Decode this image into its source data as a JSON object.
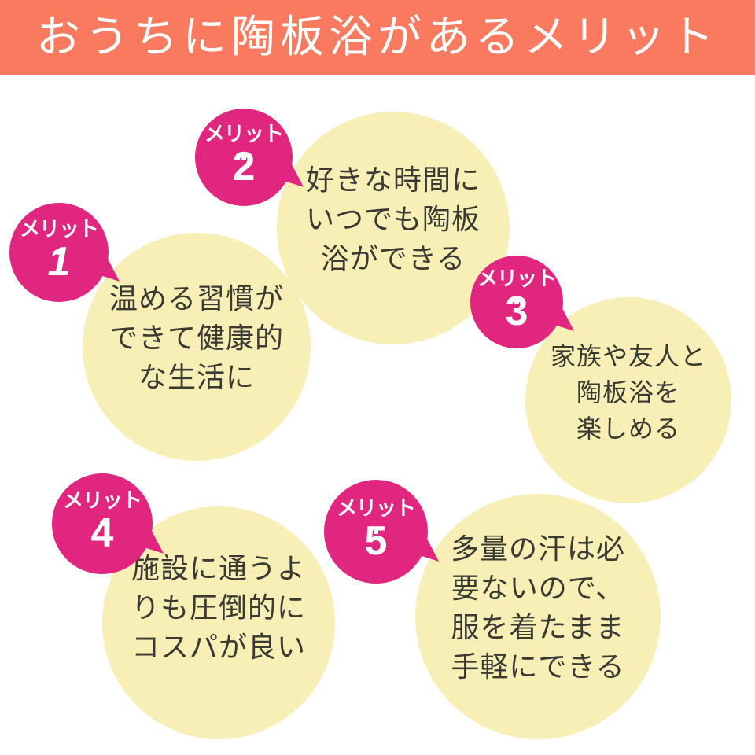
{
  "header": {
    "title": "おうちに陶板浴があるメリット",
    "background": "#F97A5E"
  },
  "colors": {
    "badge": "#E0267F",
    "circle": "#F7EFB5",
    "text": "#3a3a32"
  },
  "merits": [
    {
      "badge_label": "メリット",
      "badge_number": "1",
      "text": "温める習慣が\nできて健康的\nな生活に"
    },
    {
      "badge_label": "メリット",
      "badge_number": "2",
      "text": "好きな時間に\nいつでも陶板\n浴ができる"
    },
    {
      "badge_label": "メリット",
      "badge_number": "3",
      "text": "家族や友人と\n陶板浴を\n楽しめる"
    },
    {
      "badge_label": "メリット",
      "badge_number": "4",
      "text": "施設に通うよ\nりも圧倒的に\nコスパが良い"
    },
    {
      "badge_label": "メリット",
      "badge_number": "5",
      "text": "多量の汗は必\n要ないので、\n服を着たまま\n手軽にできる"
    }
  ]
}
